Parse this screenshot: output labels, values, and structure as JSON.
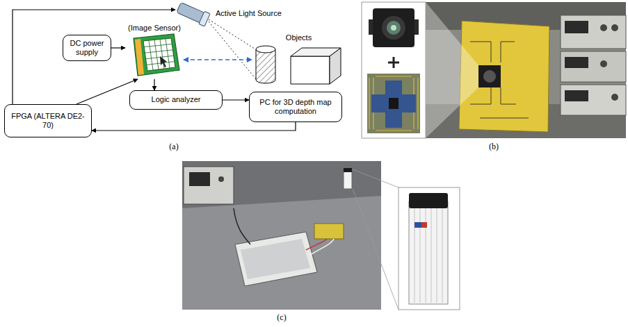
{
  "diagram": {
    "nodes": [
      {
        "text": [
          "Active Light Source"
        ]
      },
      {
        "text": [
          "(Image Sensor)"
        ]
      },
      {
        "text": [
          "DC power supply"
        ]
      },
      {
        "text": [
          "Objects"
        ]
      },
      {
        "text": [
          "Logic analyzer"
        ]
      },
      {
        "text": [
          "PC for 3D depth map computation"
        ]
      },
      {
        "text": [
          "FPGA (ALTERA DE2-70)"
        ]
      }
    ],
    "edges": [
      {
        "from": 6,
        "to": 0,
        "arrow": "to"
      },
      {
        "from": 2,
        "to": 1,
        "arrow": "to"
      },
      {
        "from": 6,
        "to": 1,
        "arrow": "to"
      },
      {
        "from": 1,
        "to": 3,
        "arrow": "both"
      },
      {
        "from": 1,
        "to": 4,
        "arrow": "to"
      },
      {
        "from": 4,
        "to": 5,
        "arrow": "to"
      },
      {
        "from": 5,
        "to": 6,
        "arrow": "to"
      }
    ],
    "labels": [
      "(a)",
      "(b)",
      "(c)"
    ]
  }
}
